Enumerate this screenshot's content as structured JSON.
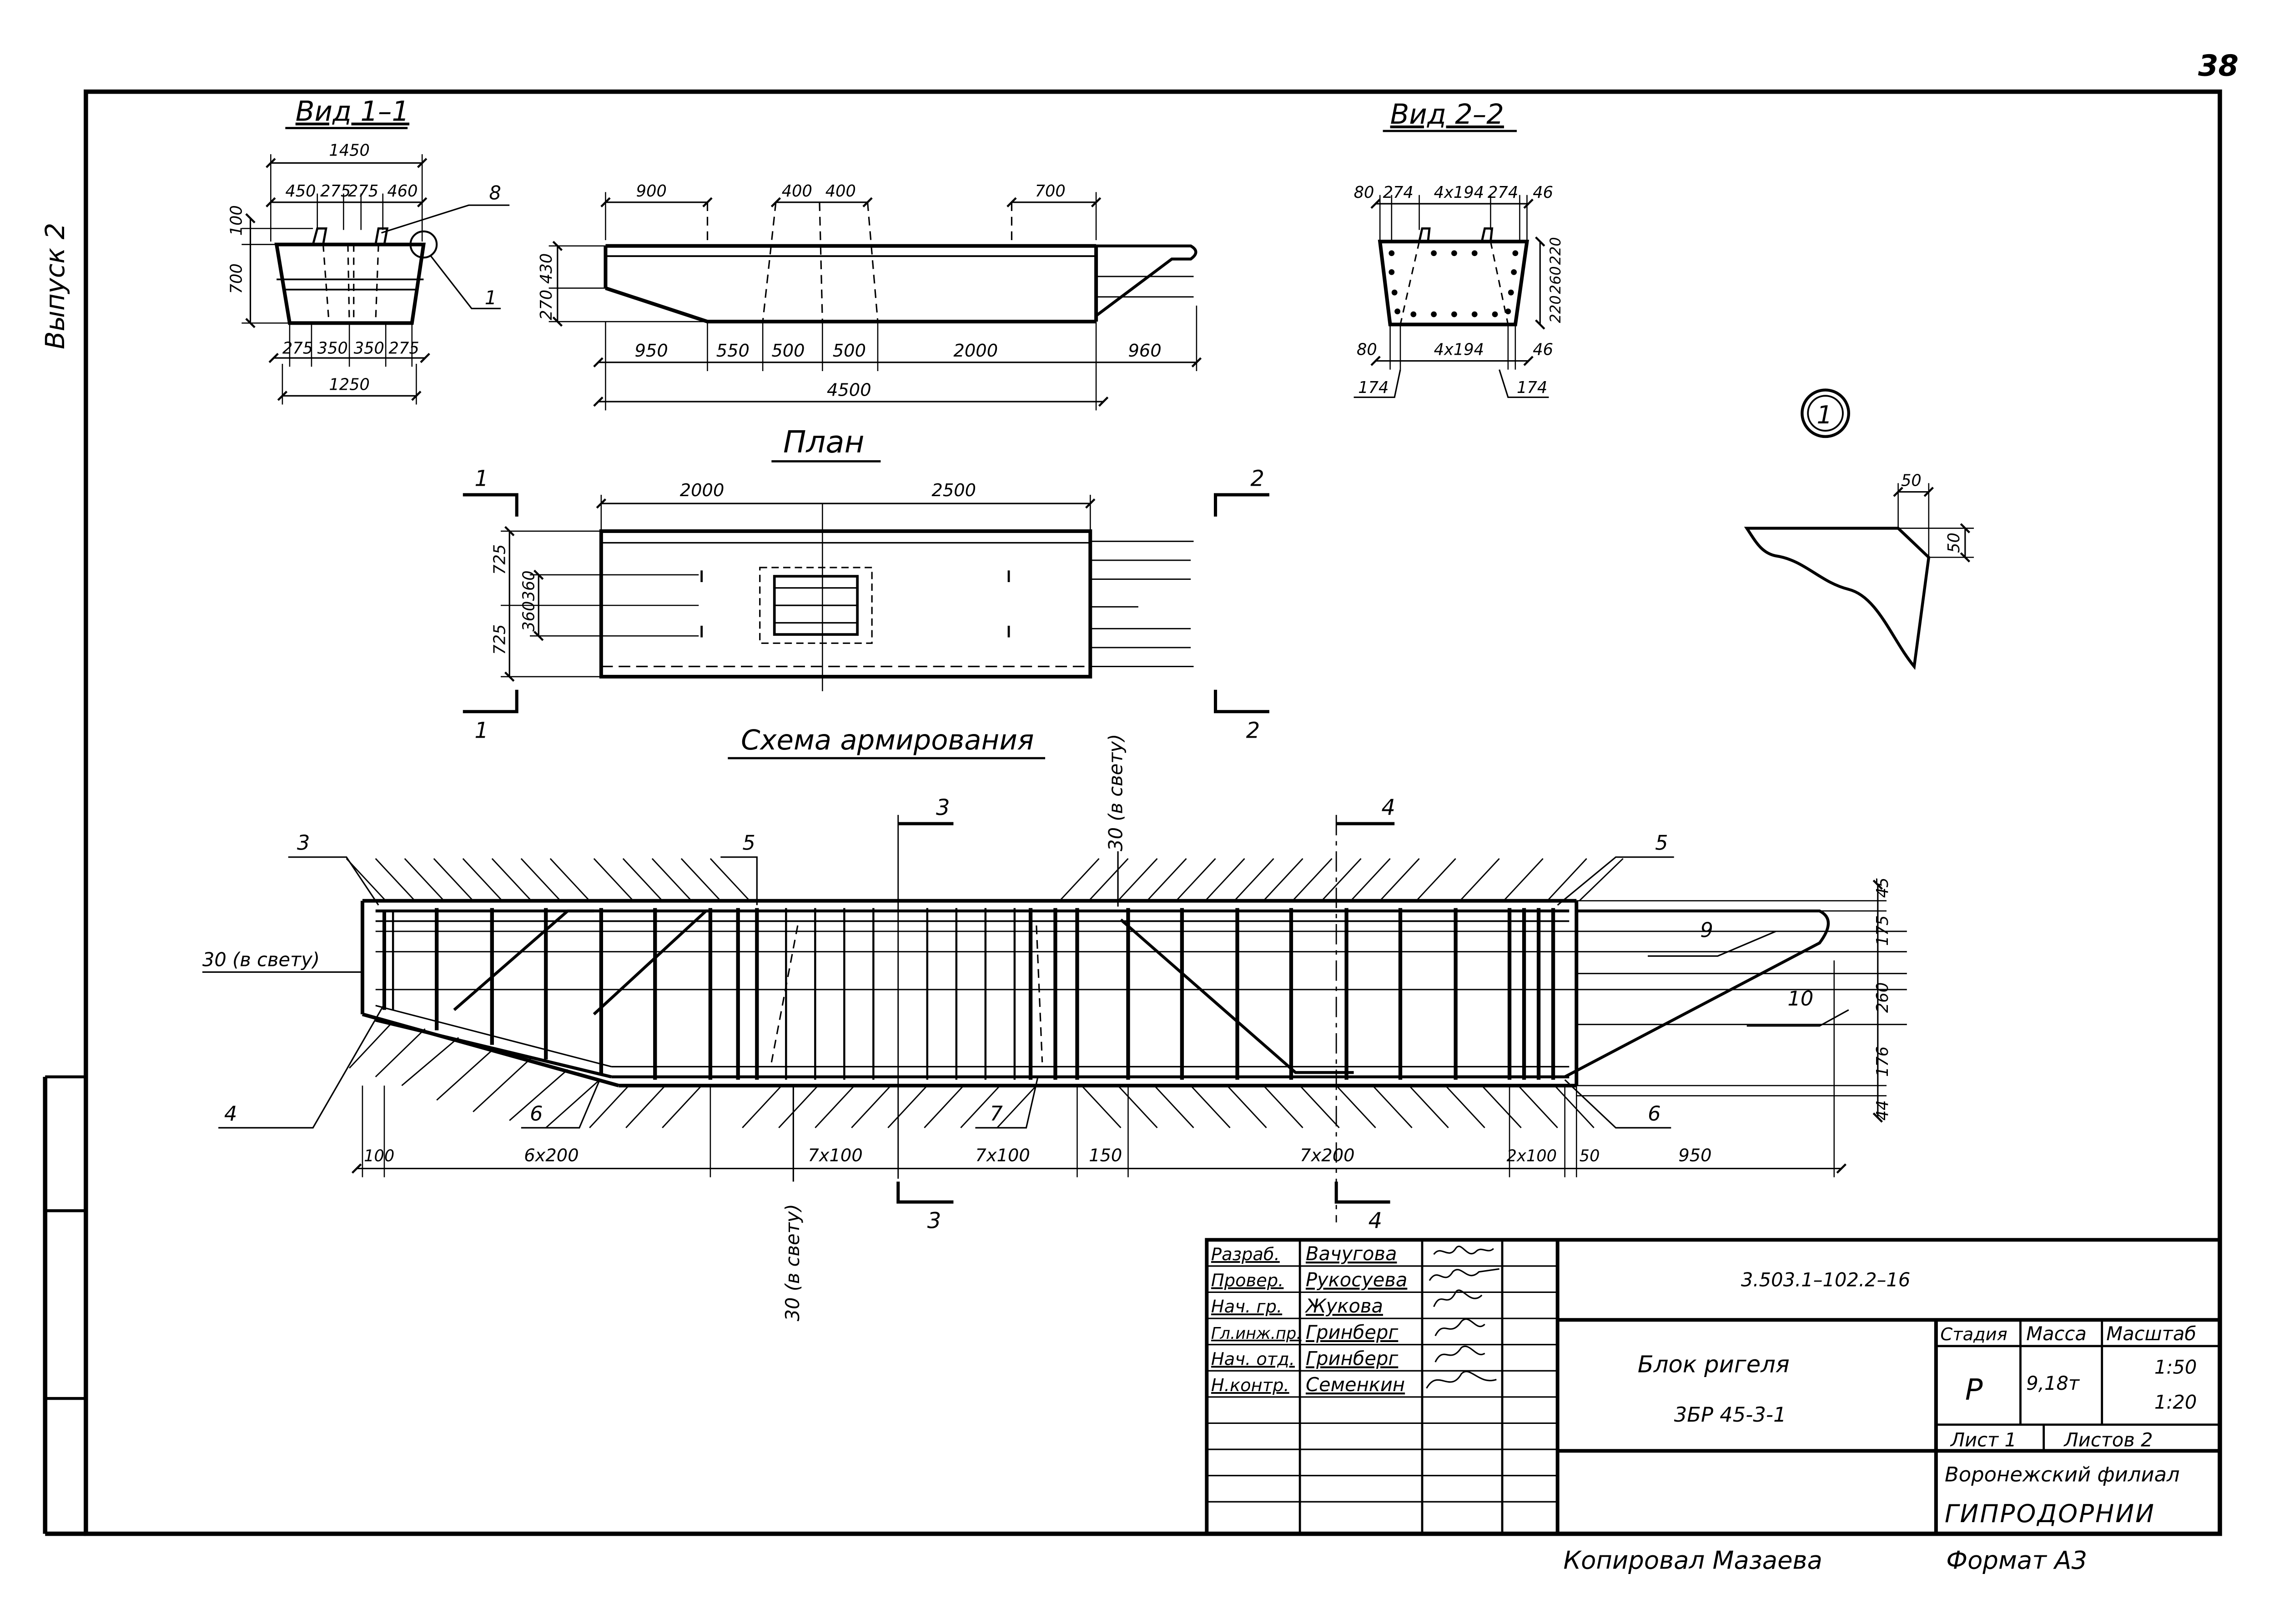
{
  "page_number": "38",
  "side_label": "Выпуск 2",
  "views": {
    "view11": {
      "title": "Вид 1–1",
      "top_overall": "1450",
      "top_parts": [
        "450",
        "275",
        "275",
        "460"
      ],
      "left_dims": [
        "100",
        "700"
      ],
      "bottom_parts": [
        "275",
        "350",
        "350",
        "275"
      ],
      "bottom_overall": "1250",
      "callouts": [
        "8",
        "1"
      ]
    },
    "elevation": {
      "top_dims": [
        "900",
        "400",
        "400",
        "700"
      ],
      "left_dims": [
        "430",
        "270"
      ],
      "bottom_parts": [
        "950",
        "550",
        "500",
        "500",
        "2000",
        "960"
      ],
      "bottom_overall": "4500"
    },
    "view22": {
      "title": "Вид 2–2",
      "top_dims": [
        "80",
        "274",
        "4x194",
        "274",
        "46"
      ],
      "right_dims": [
        "220",
        "260",
        "220"
      ],
      "bottom_dims": [
        "80",
        "4x194",
        "46"
      ],
      "bottom_outer": [
        "174",
        "174"
      ]
    },
    "plan": {
      "title": "План",
      "top_dims": [
        "2000",
        "2500"
      ],
      "left_dims": [
        "725",
        "360",
        "360",
        "725"
      ],
      "section_marks": [
        "1",
        "1",
        "2",
        "2"
      ]
    },
    "detail": {
      "marker": "1",
      "dims": [
        "50",
        "50"
      ]
    },
    "reinforcement": {
      "title": "Схема армирования",
      "clear_spacing": "30 (в свету)",
      "section_marks": [
        "3",
        "3",
        "4",
        "4"
      ],
      "position_numbers": [
        "3",
        "5",
        "5",
        "4",
        "6",
        "7",
        "6",
        "9",
        "10"
      ],
      "right_dims": [
        "45",
        "175",
        "260",
        "176",
        "44"
      ],
      "bottom_dims": [
        "100",
        "6x200",
        "7x100",
        "7x100",
        "150",
        "7x200",
        "2x100",
        "50",
        "950"
      ]
    }
  },
  "title_block": {
    "designation": "3.503.1–102.2–16",
    "roles": [
      "Разраб.",
      "Провер.",
      "Нач. гр.",
      "Гл.инж.пр.",
      "Нач. отд.",
      "Н.контр."
    ],
    "names": [
      "Вачугова",
      "Рукосуева",
      "Жукова",
      "Гринберг",
      "Гринберг",
      "Семенкин"
    ],
    "title_line1": "Блок ригеля",
    "title_line2": "3БР 45-3-1",
    "stage_label": "Стадия",
    "mass_label": "Масса",
    "scale_label": "Масштаб",
    "stage": "Р",
    "mass": "9,18т",
    "scale1": "1:50",
    "scale2": "1:20",
    "sheet": "Лист 1",
    "sheets": "Листов 2",
    "org1": "Воронежский филиал",
    "org2": "ГИПРОДОРНИИ"
  },
  "footer": {
    "copied": "Копировал Мазаева",
    "format": "Формат А3"
  }
}
